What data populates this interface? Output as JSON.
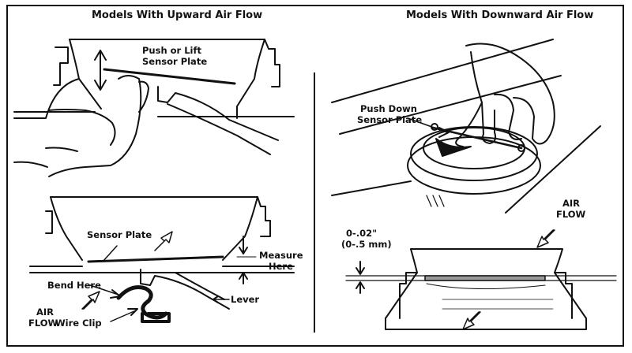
{
  "headings": {
    "left": "Models With Upward Air Flow",
    "right": "Models With Downward Air Flow"
  },
  "labels": {
    "push_or_lift": "Push or Lift",
    "sensor_plate_top": "Sensor Plate",
    "sensor_plate_bottom": "Sensor Plate",
    "measure": "Measure",
    "here": "Here",
    "bend_here": "Bend Here",
    "air": "AIR",
    "flow": "FLOW",
    "wire_clip": "Wire Clip",
    "lever": "Lever",
    "push_down": "Push Down",
    "sensor_plate_right": "Sensor Plate",
    "air_right": "AIR",
    "flow_right": "FLOW",
    "gap_in": "0-.02\"",
    "gap_mm": "(0-.5 mm)"
  }
}
